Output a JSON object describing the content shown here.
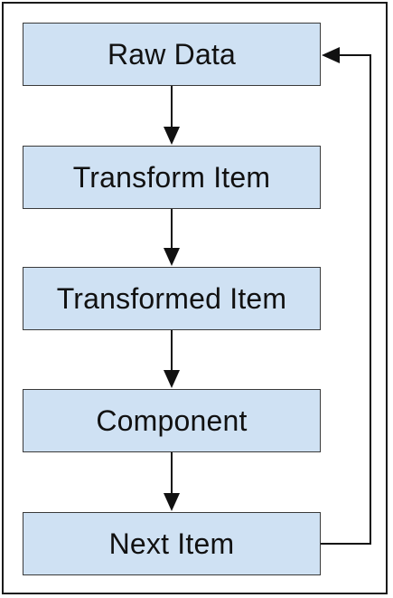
{
  "diagram": {
    "nodes": [
      {
        "id": "raw-data",
        "label": "Raw Data"
      },
      {
        "id": "transform-item",
        "label": "Transform Item"
      },
      {
        "id": "transformed-item",
        "label": "Transformed Item"
      },
      {
        "id": "component",
        "label": "Component"
      },
      {
        "id": "next-item",
        "label": "Next Item"
      }
    ],
    "edges": [
      {
        "from": "raw-data",
        "to": "transform-item"
      },
      {
        "from": "transform-item",
        "to": "transformed-item"
      },
      {
        "from": "transformed-item",
        "to": "component"
      },
      {
        "from": "component",
        "to": "next-item"
      },
      {
        "from": "next-item",
        "to": "raw-data"
      }
    ],
    "colors": {
      "box_fill": "#cfe1f3",
      "box_border": "#3a3a3a",
      "line": "#111111"
    }
  }
}
